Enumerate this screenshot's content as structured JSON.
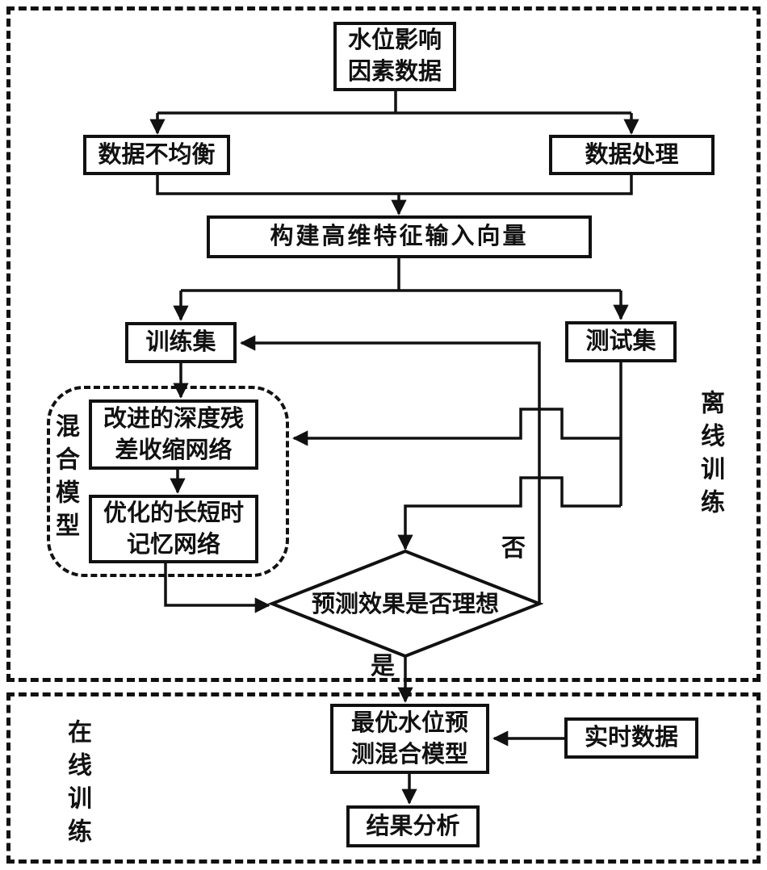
{
  "flowchart": {
    "sections": {
      "offline": "离线训练",
      "online": "在线训练"
    },
    "nodes": {
      "source": {
        "lines": [
          "水位影响",
          "因素数据"
        ]
      },
      "imbalance": {
        "label": "数据不均衡"
      },
      "processing": {
        "label": "数据处理"
      },
      "feature": {
        "label": "构建高维特征输入向量"
      },
      "train_set": {
        "label": "训练集"
      },
      "test_set": {
        "label": "测试集"
      },
      "hybrid_group": {
        "label": "混合模型"
      },
      "drsn": {
        "lines": [
          "改进的深度残",
          "差收缩网络"
        ]
      },
      "lstm": {
        "lines": [
          "优化的长短时",
          "记忆网络"
        ]
      },
      "decision": {
        "label": "预测效果是否理想"
      },
      "optimal_model": {
        "lines": [
          "最优水位预",
          "测混合模型"
        ]
      },
      "realtime": {
        "label": "实时数据"
      },
      "result": {
        "label": "结果分析"
      }
    },
    "edge_labels": {
      "no": "否",
      "yes": "是"
    },
    "colors": {
      "ink": "#111111",
      "background": "#ffffff"
    }
  }
}
